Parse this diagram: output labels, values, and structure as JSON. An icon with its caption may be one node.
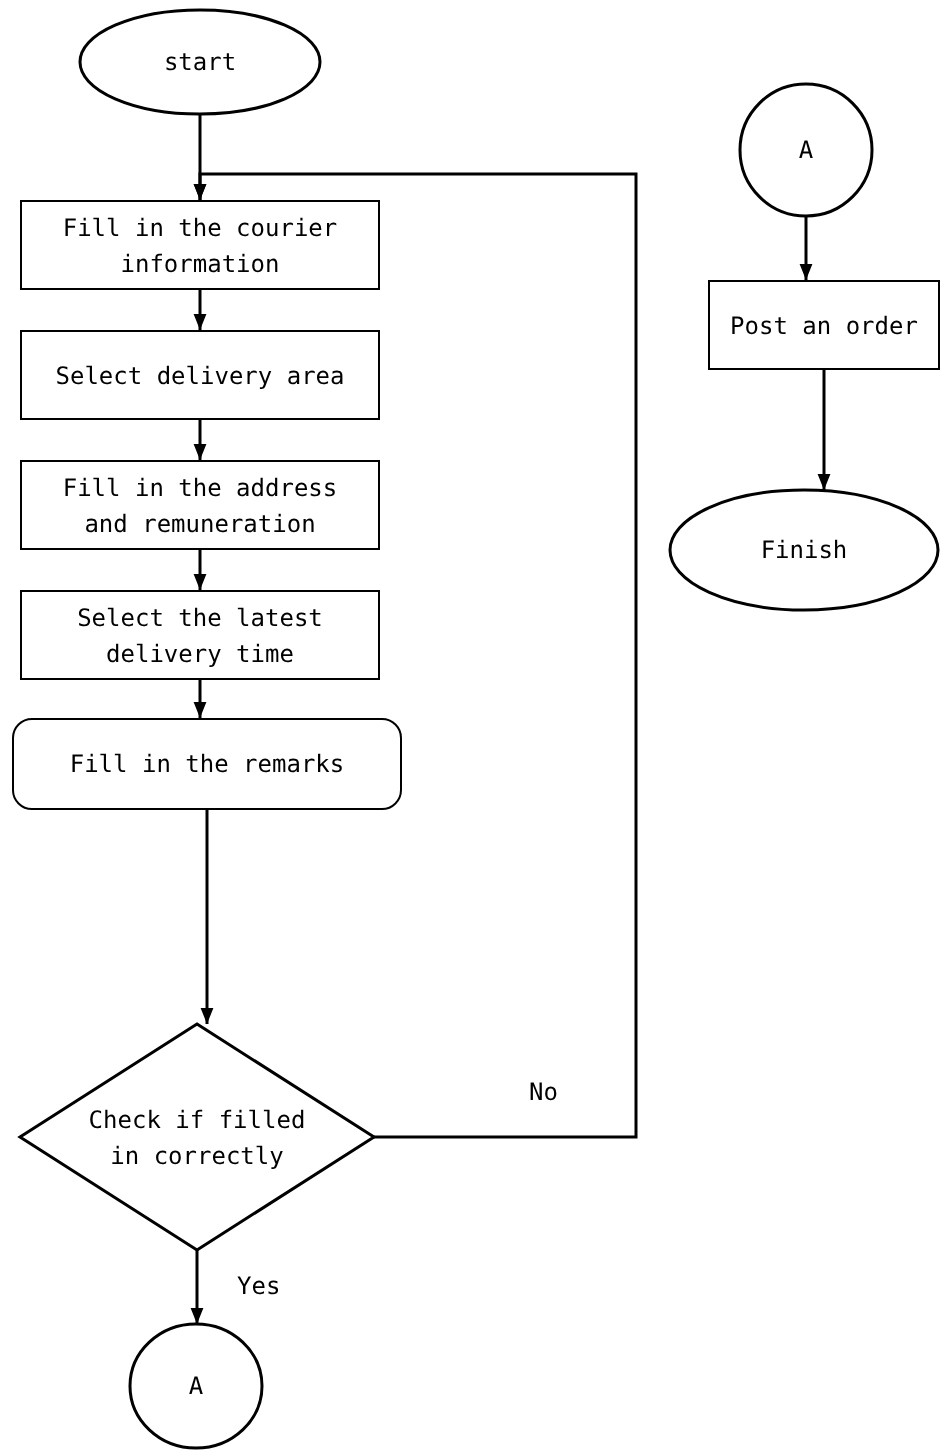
{
  "diagram": {
    "nodes": [
      {
        "text": [
          "start"
        ]
      },
      {
        "text": [
          "Fill in the courier information"
        ]
      },
      {
        "text": [
          "Select delivery area"
        ]
      },
      {
        "text": [
          "Fill in the address and remuneration"
        ]
      },
      {
        "text": [
          "Select the latest delivery time"
        ]
      },
      {
        "text": [
          "Fill in the remarks"
        ]
      },
      {
        "text": [
          "Check if filled in correctly"
        ]
      },
      {
        "text": [
          "A"
        ]
      },
      {
        "text": [
          "A"
        ]
      },
      {
        "text": [
          "Post an order"
        ]
      },
      {
        "text": [
          "Finish"
        ]
      }
    ],
    "edges": [
      {
        "from": 0,
        "to": 1,
        "arrow": "to"
      },
      {
        "from": 1,
        "to": 2,
        "arrow": "to"
      },
      {
        "from": 2,
        "to": 3,
        "arrow": "to"
      },
      {
        "from": 3,
        "to": 4,
        "arrow": "to"
      },
      {
        "from": 4,
        "to": 5,
        "arrow": "to"
      },
      {
        "from": 5,
        "to": 6,
        "arrow": "to"
      },
      {
        "from": 6,
        "to": 7,
        "label": "Yes",
        "arrow": "to"
      },
      {
        "from": 6,
        "to": 1,
        "label": "No",
        "arrow": "to"
      },
      {
        "from": 8,
        "to": 9,
        "arrow": "to"
      },
      {
        "from": 9,
        "to": 10,
        "arrow": "to"
      }
    ]
  }
}
